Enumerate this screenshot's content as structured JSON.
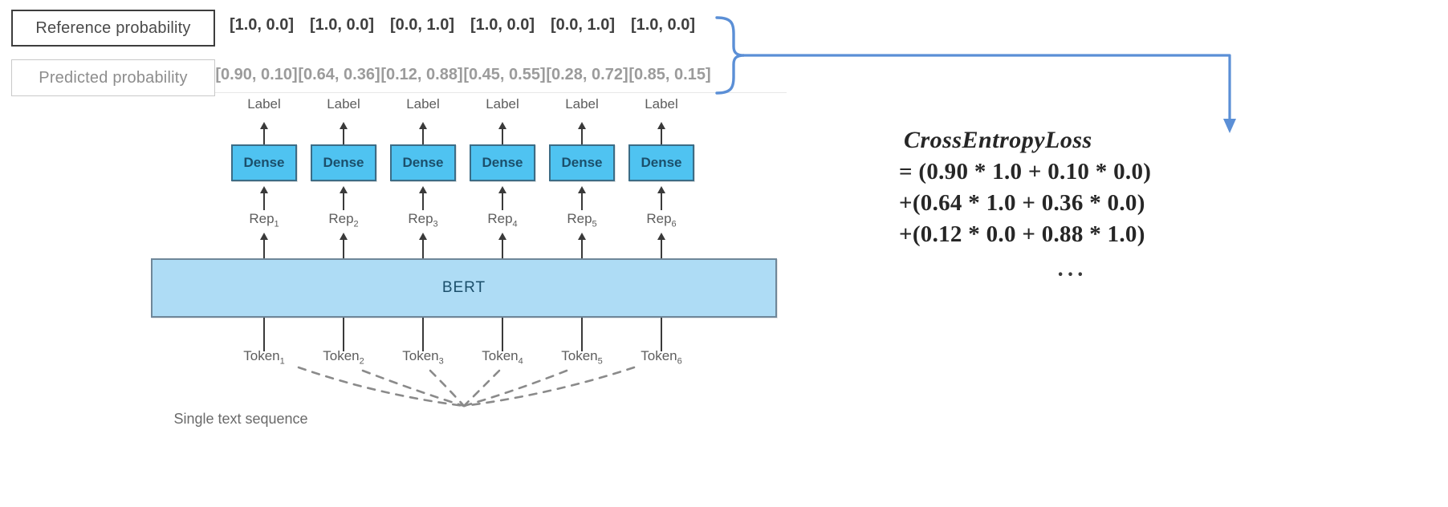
{
  "left_labels": {
    "reference": "Reference probability",
    "predicted": "Predicted probability"
  },
  "reference_probability": [
    "[1.0, 0.0]",
    "[1.0, 0.0]",
    "[0.0, 1.0]",
    "[1.0, 0.0]",
    "[0.0, 1.0]",
    "[1.0, 0.0]"
  ],
  "predicted_probability": [
    "[0.90, 0.10]",
    "[0.64, 0.36]",
    "[0.12, 0.88]",
    "[0.45, 0.55]",
    "[0.28, 0.72]",
    "[0.85, 0.15]"
  ],
  "columns": [
    {
      "label": "Label",
      "dense": "Dense",
      "rep": "Rep",
      "rep_sub": "1",
      "token": "Token",
      "token_sub": "1"
    },
    {
      "label": "Label",
      "dense": "Dense",
      "rep": "Rep",
      "rep_sub": "2",
      "token": "Token",
      "token_sub": "2"
    },
    {
      "label": "Label",
      "dense": "Dense",
      "rep": "Rep",
      "rep_sub": "3",
      "token": "Token",
      "token_sub": "3"
    },
    {
      "label": "Label",
      "dense": "Dense",
      "rep": "Rep",
      "rep_sub": "4",
      "token": "Token",
      "token_sub": "4"
    },
    {
      "label": "Label",
      "dense": "Dense",
      "rep": "Rep",
      "rep_sub": "5",
      "token": "Token",
      "token_sub": "5"
    },
    {
      "label": "Label",
      "dense": "Dense",
      "rep": "Rep",
      "rep_sub": "6",
      "token": "Token",
      "token_sub": "6"
    }
  ],
  "encoder": {
    "name": "BERT"
  },
  "sequence_caption": "Single text sequence",
  "equation": {
    "title": "CrossEntropyLoss",
    "lines": [
      "=  (0.90 * 1.0 + 0.10 * 0.0)",
      "+(0.64 * 1.0 + 0.36 * 0.0)",
      "+(0.12 * 0.0 + 0.88 * 1.0)"
    ],
    "ellipsis": "···"
  },
  "colors": {
    "dense_fill": "#4fc3f1",
    "dense_border": "#3b6c86",
    "bert_fill": "#aedcf5",
    "bert_border": "#6f8799",
    "connector_blue": "#5b8fd6",
    "arrow_dark": "#3a3a3a",
    "text_gray": "#5d5d5d",
    "predicted_gray": "#9b9b9b"
  }
}
